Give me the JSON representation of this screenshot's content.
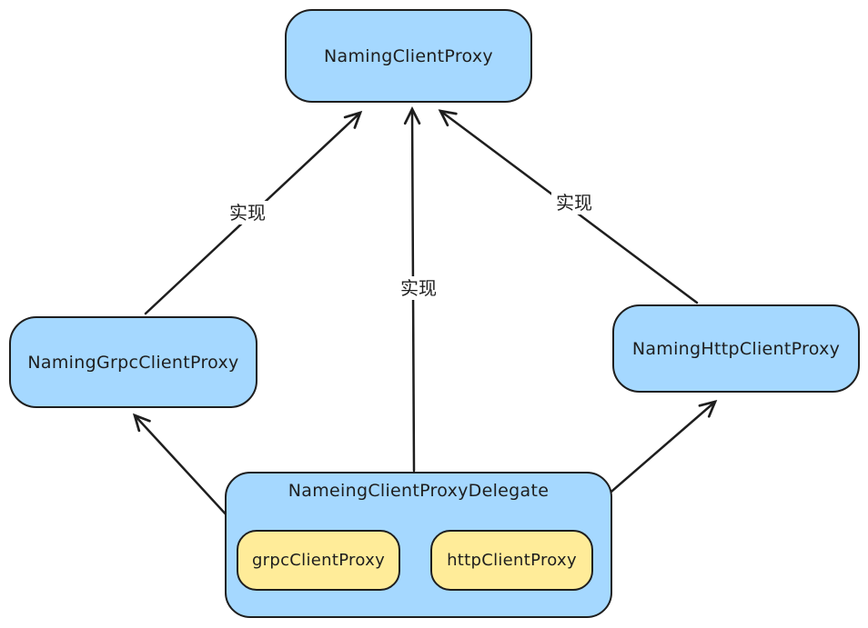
{
  "diagram": {
    "colors": {
      "background": "#ffffff",
      "stroke": "#1e1e1e",
      "node_fill_blue": "#a5d8ff",
      "node_fill_yellow": "#ffec99"
    },
    "nodes": {
      "naming_client_proxy": {
        "label": "NamingClientProxy"
      },
      "naming_grpc_client_proxy": {
        "label": "NamingGrpcClientProxy"
      },
      "naming_http_client_proxy": {
        "label": "NamingHttpClientProxy"
      },
      "nameing_client_proxy_delegate": {
        "label": "NameingClientProxyDelegate"
      },
      "grpc_client_proxy": {
        "label": "grpcClientProxy"
      },
      "http_client_proxy": {
        "label": "httpClientProxy"
      }
    },
    "edges": [
      {
        "from": "NamingGrpcClientProxy",
        "to": "NamingClientProxy",
        "label": "实现"
      },
      {
        "from": "NameingClientProxyDelegate",
        "to": "NamingClientProxy",
        "label": "实现"
      },
      {
        "from": "NamingHttpClientProxy",
        "to": "NamingClientProxy",
        "label": "实现"
      },
      {
        "from": "grpcClientProxy",
        "to": "NamingGrpcClientProxy",
        "label": ""
      },
      {
        "from": "httpClientProxy",
        "to": "NamingHttpClientProxy",
        "label": ""
      }
    ]
  }
}
